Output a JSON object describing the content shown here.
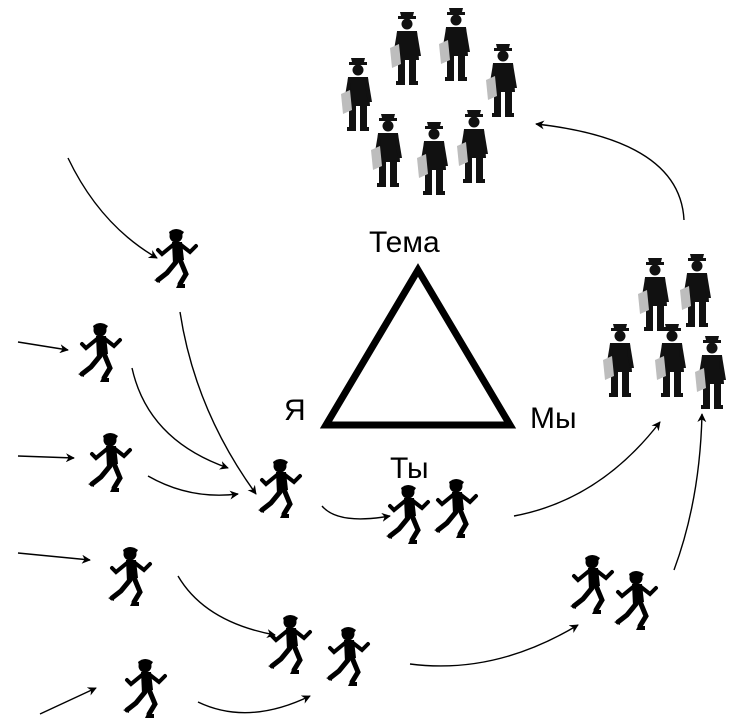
{
  "labels": {
    "top": "Тема",
    "left": "Я",
    "right": "Мы",
    "bottom": "Ты"
  },
  "colors": {
    "ink": "#000000",
    "background": "#ffffff",
    "paper": "#bdbdbd"
  },
  "icons": {
    "runner": "running-person-icon",
    "official": "standing-businessman-icon"
  }
}
